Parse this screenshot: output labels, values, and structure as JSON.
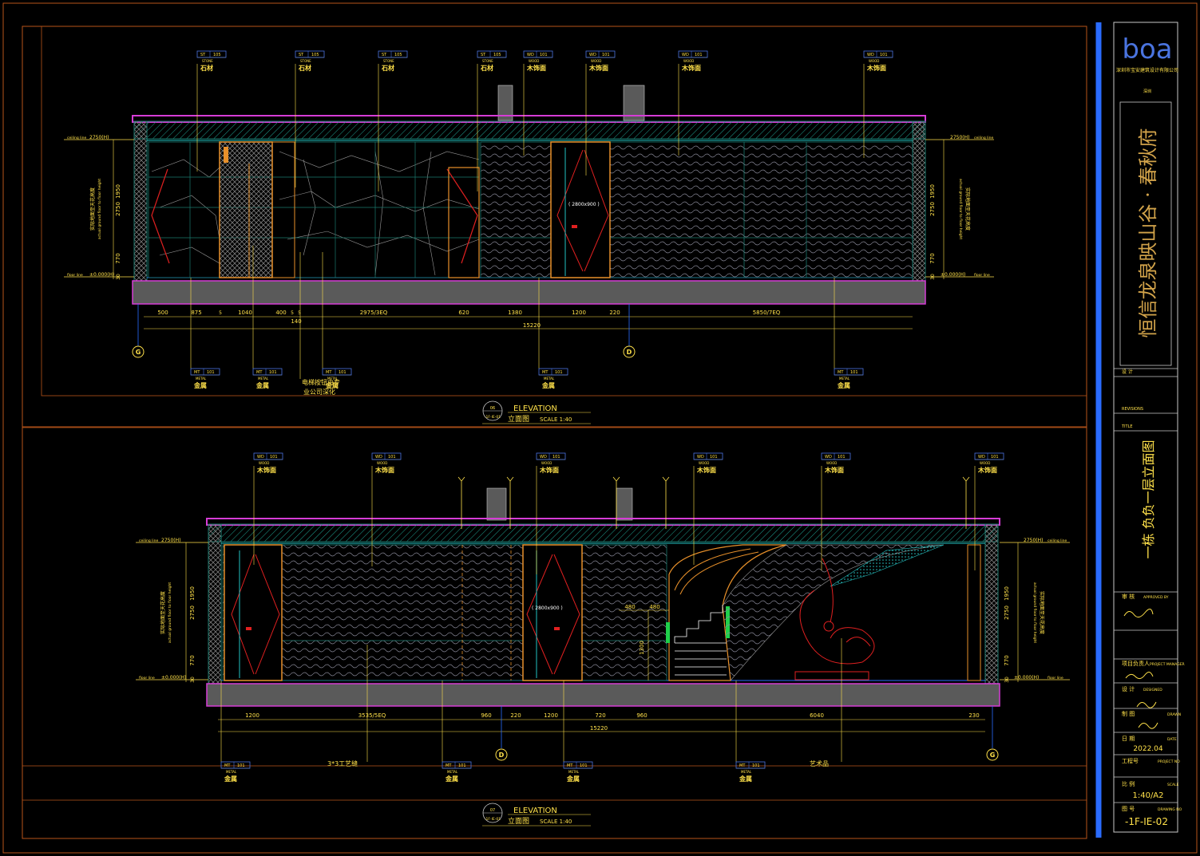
{
  "colors": {
    "background": "#000000",
    "frame": "#b8541a",
    "magenta": "#d63cd6",
    "teal": "#1a7a6e",
    "slab": "#5a5a5a",
    "yellow": "#ffe14a",
    "cyan": "#22c2c2",
    "orange": "#e8902a",
    "red": "#e02020",
    "blue": "#2a6cff"
  },
  "title_block": {
    "logo_text": "boa",
    "company_lines": [
      "深圳市宝安建筑设计有限公司",
      "深圳"
    ],
    "project_name": "恒信龙泉映山谷 · 春秋府",
    "design_label": "设 计",
    "revisions_label": "REVISIONS",
    "title_label": "TITLE",
    "drawing_title": "一栋 负负一层立面图",
    "approved_label": "审 核",
    "approved_en": "APPROVED BY",
    "project_manager_label": "项目负责人",
    "project_manager_en": "PROJECT MANAGER",
    "designer_label": "设 计",
    "designer_en": "DESIGNED",
    "drawn_label": "制 图",
    "drawn_en": "DRAWN",
    "date_label": "日 期",
    "date_en": "DATE",
    "date_value": "2022.04",
    "job_label": "工程号",
    "job_en": "PROJECT NO",
    "scale_label": "比 例",
    "scale_en": "SCALE",
    "scale_value": "1:40/A2",
    "drawing_no_label": "图 号",
    "drawing_no_en": "DRAWING NO",
    "drawing_no": "-1F-IE-02"
  },
  "elevation_top": {
    "number": "06",
    "ref": "-1F-IE-01",
    "title_en": "ELEVATION",
    "title_cn": "立面图",
    "scale": "SCALE   1:40",
    "top_tags": [
      {
        "code": "ST",
        "num": "105",
        "sub": "STONE",
        "cn": "石材"
      },
      {
        "code": "ST",
        "num": "105",
        "sub": "STONE",
        "cn": "石材"
      },
      {
        "code": "ST",
        "num": "105",
        "sub": "STONE",
        "cn": "石材"
      },
      {
        "code": "ST",
        "num": "105",
        "sub": "STONE",
        "cn": "石材"
      },
      {
        "code": "WD",
        "num": "101",
        "sub": "WOOD",
        "cn": "木饰面"
      },
      {
        "code": "WD",
        "num": "101",
        "sub": "WOOD",
        "cn": "木饰面"
      },
      {
        "code": "WD",
        "num": "101",
        "sub": "WOOD",
        "cn": "木饰面"
      },
      {
        "code": "WD",
        "num": "101",
        "sub": "WOOD",
        "cn": "木饰面"
      }
    ],
    "bottom_tags": [
      {
        "code": "MT",
        "num": "101",
        "sub": "METAL",
        "cn": "金属"
      },
      {
        "code": "MT",
        "num": "101",
        "sub": "METAL",
        "cn": "金属"
      },
      {
        "code": "MT",
        "num": "101",
        "sub": "METAL",
        "cn": "金属"
      },
      {
        "code": "MT",
        "num": "101",
        "sub": "METAL",
        "cn": "金属"
      },
      {
        "code": "MT",
        "num": "101",
        "sub": "METAL",
        "cn": "金属"
      }
    ],
    "note_lines": [
      "电梯按钮由专",
      "业公司深化"
    ],
    "dims_row1": [
      "500",
      "875",
      "5",
      "1040",
      "400",
      "5",
      "5",
      "2975/3EQ",
      "620",
      "1380",
      "1200",
      "220",
      "5850/7EQ"
    ],
    "dims_row1b": "140",
    "dims_total": "15220",
    "grid_left": "G",
    "grid_right": "D",
    "heights": [
      "1950",
      "2750",
      "770",
      "30"
    ],
    "ceiling_label": "ceiling line",
    "level_top": "2750(H)",
    "level_bottom": "±0.000(H)",
    "floor_label": "floor line",
    "side_note_cn": "实际地面至天花高度",
    "side_note_en": "actual ground floor to floor height"
  },
  "elevation_bottom": {
    "number": "07",
    "ref": "-1F-IE-01",
    "title_en": "ELEVATION",
    "title_cn": "立面图",
    "scale": "SCALE   1:40",
    "top_tags": [
      {
        "code": "WD",
        "num": "101",
        "sub": "WOOD",
        "cn": "木饰面"
      },
      {
        "code": "WD",
        "num": "101",
        "sub": "WOOD",
        "cn": "木饰面"
      },
      {
        "code": "WD",
        "num": "101",
        "sub": "WOOD",
        "cn": "木饰面"
      },
      {
        "code": "WD",
        "num": "101",
        "sub": "WOOD",
        "cn": "木饰面"
      },
      {
        "code": "WD",
        "num": "101",
        "sub": "WOOD",
        "cn": "木饰面"
      },
      {
        "code": "WD",
        "num": "101",
        "sub": "WOOD",
        "cn": "木饰面"
      }
    ],
    "bottom_tags": [
      {
        "code": "MT",
        "num": "101",
        "sub": "METAL",
        "cn": "金属"
      },
      {
        "code": "MT",
        "num": "101",
        "sub": "METAL",
        "cn": "金属"
      },
      {
        "code": "MT",
        "num": "101",
        "sub": "METAL",
        "cn": "金属"
      },
      {
        "code": "MT",
        "num": "101",
        "sub": "METAL",
        "cn": "金属"
      }
    ],
    "note_a": "3*3工艺缝",
    "note_b": "艺术品",
    "dims_row1": [
      "1200",
      "3535/5EQ",
      "960",
      "220",
      "1200",
      "720",
      "960",
      "6040",
      "230"
    ],
    "dims_total": "15220",
    "dims_stair": [
      "480",
      "480",
      "1300"
    ],
    "grid_left": "D",
    "grid_right": "G",
    "heights": [
      "1950",
      "2750",
      "770",
      "30"
    ],
    "ceiling_label": "ceiling line",
    "level_top": "2750(H)",
    "level_bottom": "±0.000(H)",
    "floor_label": "floor line",
    "side_note_cn": "实际地面至天花高度",
    "side_note_en": "actual ground floor to floor height"
  }
}
